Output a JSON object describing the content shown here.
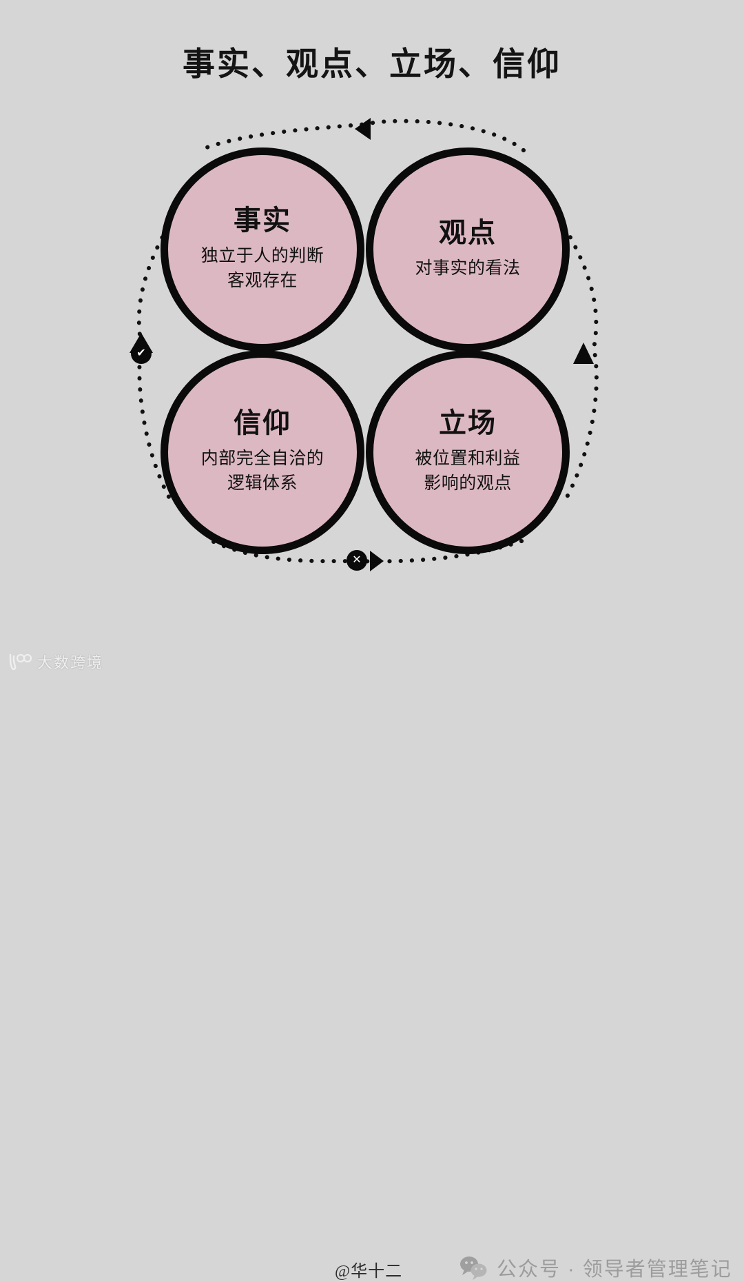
{
  "page": {
    "title": "事实、观点、立场、信仰",
    "background_color": "#d6d6d6",
    "circle_fill_color": "#dcb8c2",
    "stroke_color": "#0a0a0a"
  },
  "nodes": [
    {
      "id": "fact",
      "title": "事实",
      "desc": "独立于人的判断\n客观存在",
      "position": "top-left"
    },
    {
      "id": "opinion",
      "title": "观点",
      "desc": "对事实的看法",
      "position": "top-right"
    },
    {
      "id": "belief",
      "title": "信仰",
      "desc": "内部完全自洽的\n逻辑体系",
      "position": "bottom-left"
    },
    {
      "id": "stance",
      "title": "立场",
      "desc": "被位置和利益\n影响的观点",
      "position": "bottom-right"
    }
  ],
  "badges": [
    {
      "id": "left-badge",
      "glyph": "✔",
      "icon": "check-icon"
    },
    {
      "id": "bottom-badge",
      "glyph": "✕",
      "icon": "close-icon"
    }
  ],
  "arrows": [
    {
      "id": "top-arrow",
      "direction": "left",
      "icon": "triangle-left-icon"
    },
    {
      "id": "right-arrow",
      "direction": "up",
      "icon": "triangle-up-icon"
    },
    {
      "id": "left-arrow",
      "direction": "up",
      "icon": "triangle-up-icon"
    },
    {
      "id": "bottom-arrow",
      "direction": "right",
      "icon": "triangle-right-icon"
    }
  ],
  "footer": {
    "handle": "@华十二",
    "wechat_label": "公众号 · 领导者管理笔记",
    "wechat_icon": "wechat-icon"
  },
  "watermark": {
    "text": "大数跨境",
    "logo_icon": "dashu-logo-icon"
  },
  "chart_data": {
    "type": "diagram",
    "title": "事实、观点、立场、信仰",
    "nodes": [
      "事实",
      "观点",
      "信仰",
      "立场"
    ],
    "descriptions": [
      "独立于人的判断 客观存在",
      "对事实的看法",
      "内部完全自洽的 逻辑体系",
      "被位置和利益 影响的观点"
    ],
    "flow": "counter-clockwise-cycle"
  }
}
